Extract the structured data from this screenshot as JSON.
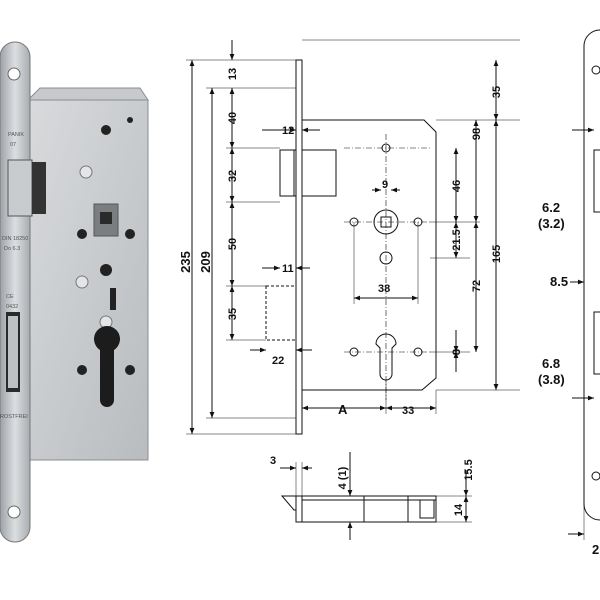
{
  "photo": {
    "stamps": [
      "PANIK",
      "07",
      "DIN 18250",
      "Do 6.3",
      "CE",
      "0432",
      "ROSTFREI"
    ]
  },
  "drawing": {
    "overall_height": "235",
    "backset_height": "209",
    "top_margin": "13",
    "latch_pos": "40",
    "latch_height": "32",
    "latch_to_deadbolt": "50",
    "deadbolt_height": "35",
    "faceplate_width": "12",
    "latch_throw": "11",
    "deadbolt_throw": "22",
    "follower_size": "9",
    "follower_spacing": "38",
    "top_right": "35",
    "right_98": "98",
    "right_46": "46",
    "right_21_5": "21.5",
    "right_72": "72",
    "right_165": "165",
    "cyl_8": "8",
    "backset_label": "A",
    "cyl_offset": "33",
    "bottom_3": "3",
    "bottom_4": "4 (1)",
    "bottom_15_5": "15.5",
    "bottom_14": "14"
  },
  "strike": {
    "dim_62": "6.2",
    "dim_32": "(3.2)",
    "dim_85": "8.5",
    "dim_68": "6.8",
    "dim_38": "(3.8)",
    "dim_2": "2"
  }
}
